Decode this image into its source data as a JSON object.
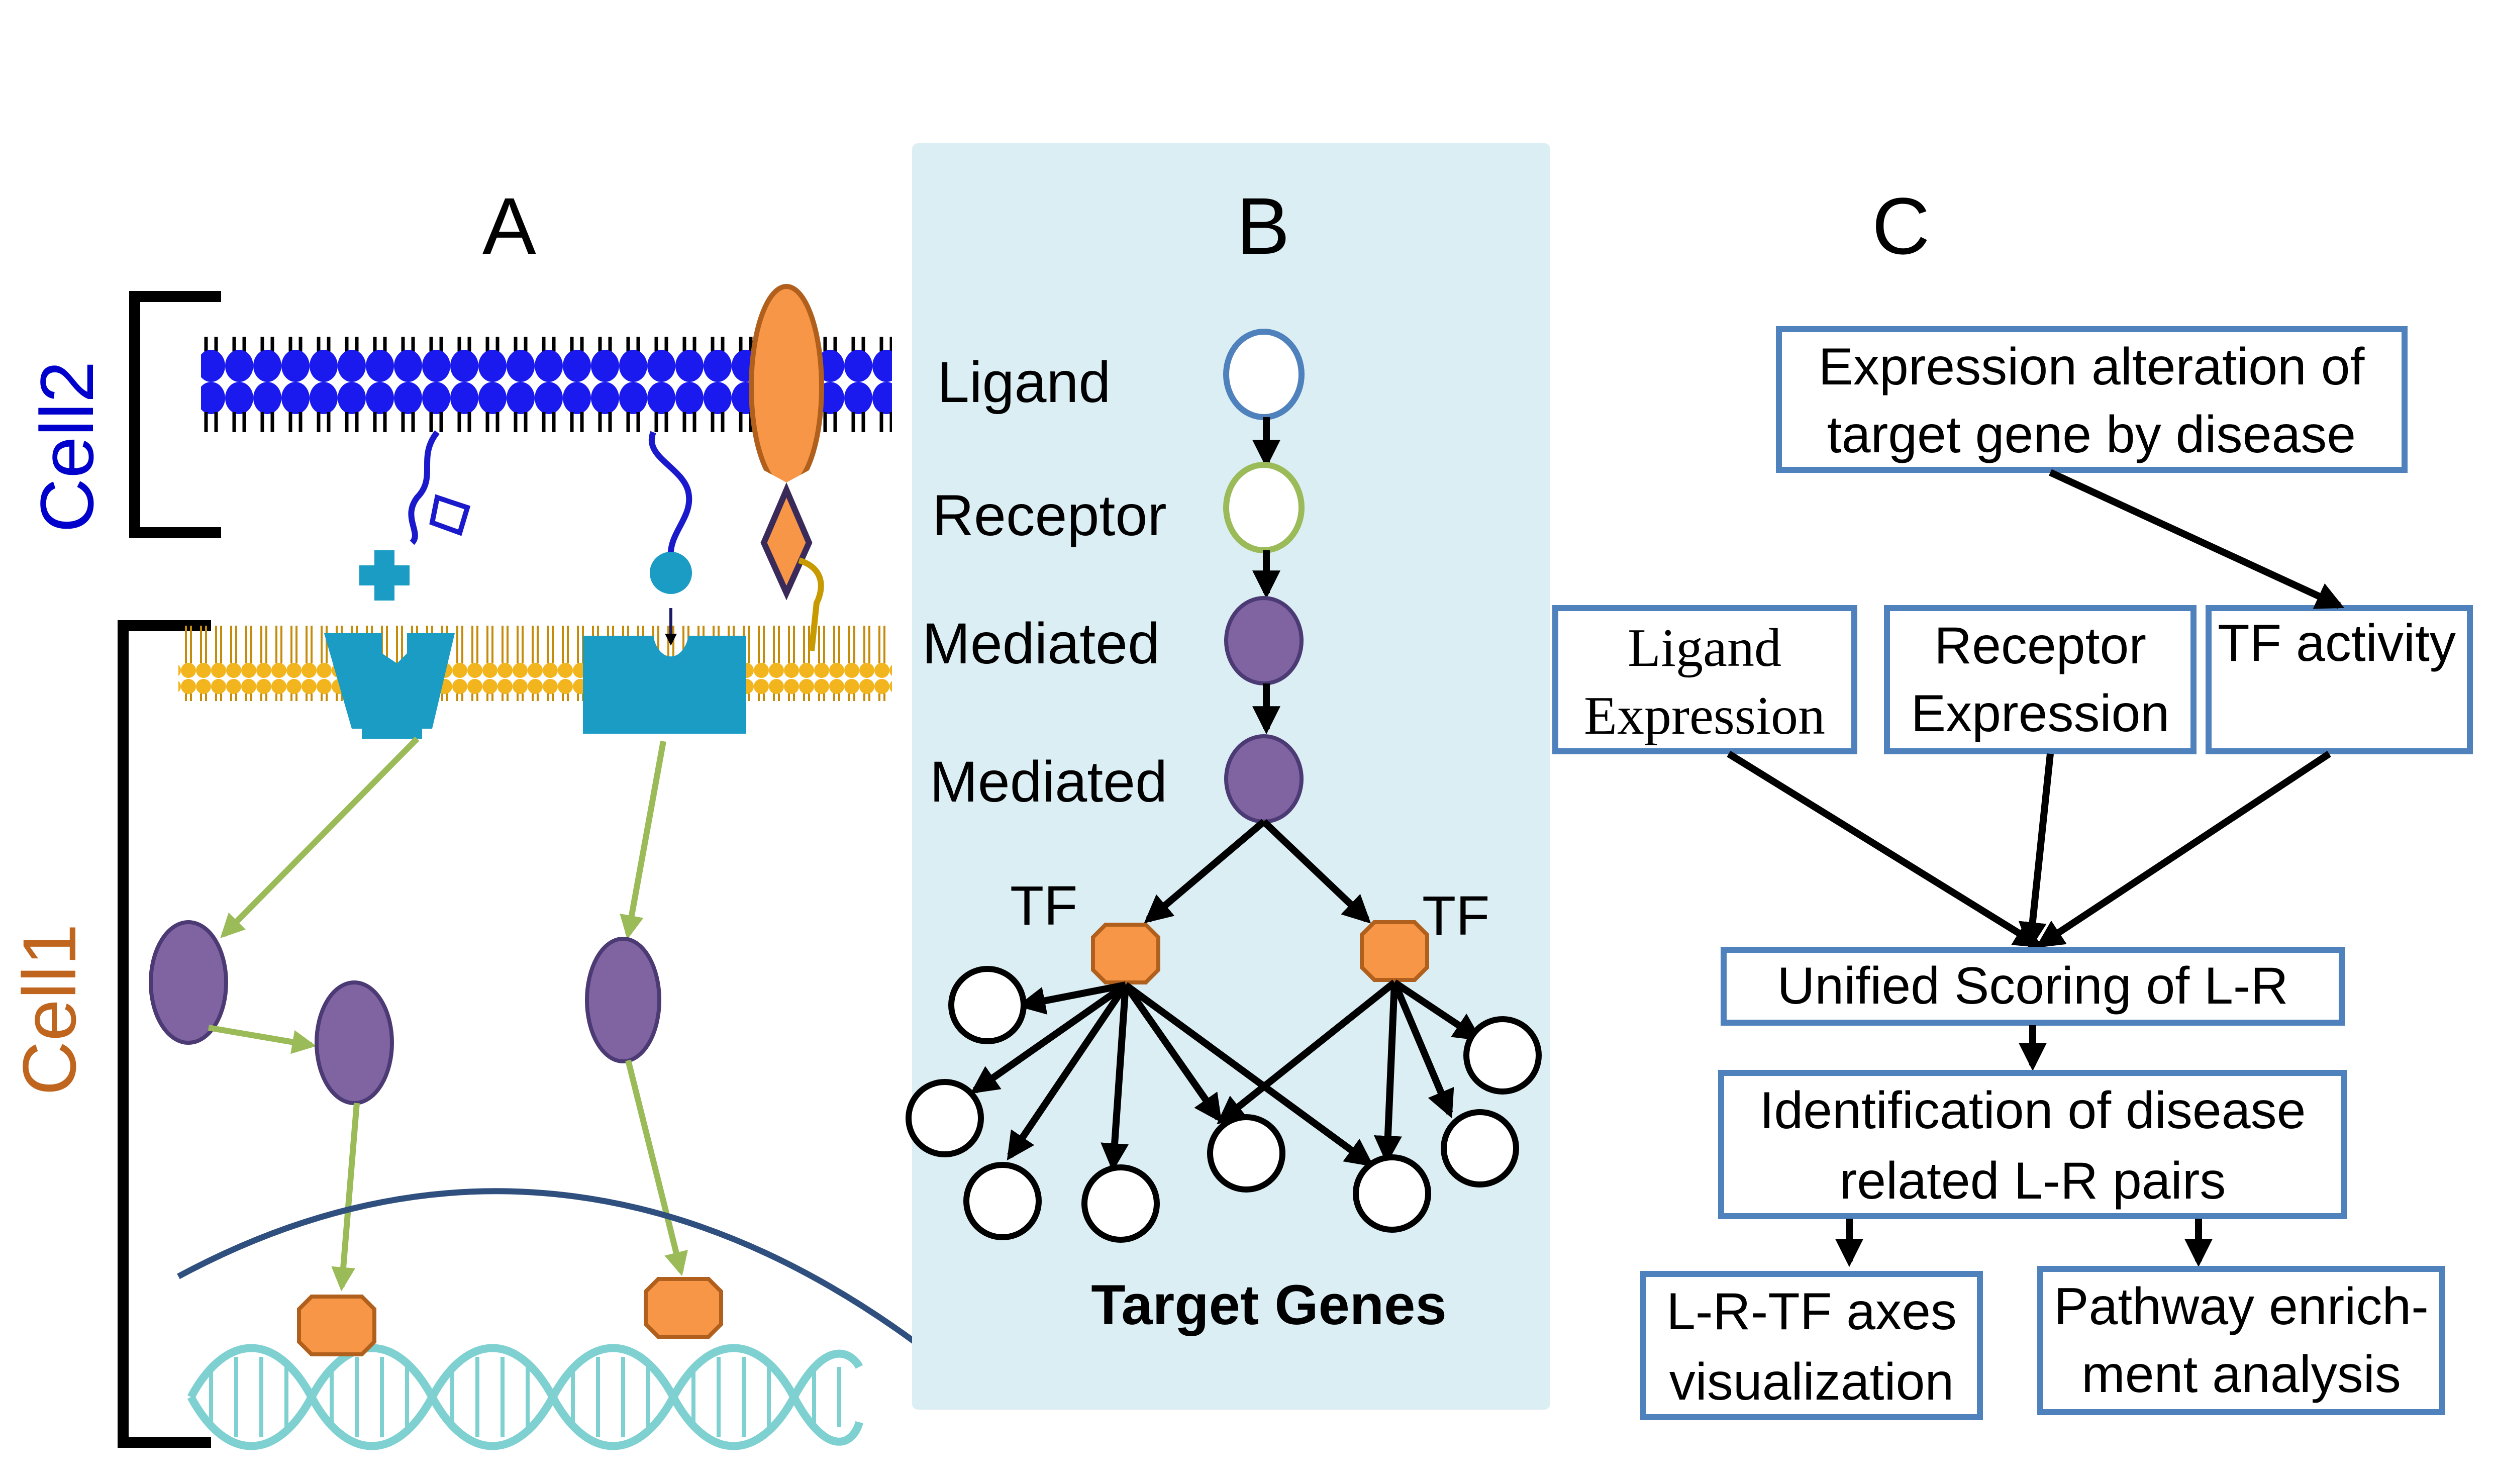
{
  "panels": {
    "a": {
      "letter": "A",
      "cell2_label": "Cell2",
      "cell1_label": "Cell1",
      "cell2_color": "#0000cc",
      "cell1_color": "#c0651e"
    },
    "b": {
      "letter": "B",
      "ligand": "Ligand",
      "receptor": "Receptor",
      "mediated1": "Mediated",
      "mediated2": "Mediated",
      "tf_left": "TF",
      "tf_right": "TF",
      "target_genes": "Target Genes",
      "background": "#dbeef4"
    },
    "c": {
      "letter": "C",
      "expr_alt_line1": "Expression alteration of",
      "expr_alt_line2": "target gene by disease",
      "ligand_line1": "Ligand",
      "ligand_line2": "Expression",
      "receptor_line1": "Receptor",
      "receptor_line2": "Expression",
      "tf_activity": "TF activity",
      "unified": "Unified Scoring of L-R",
      "ident_line1": "Identification of disease",
      "ident_line2": "related L-R pairs",
      "axes_line1": "L-R-TF axes",
      "axes_line2": "visualization",
      "pathway_line1": "Pathway enrich-",
      "pathway_line2": "ment analysis"
    }
  },
  "colors": {
    "membrane_blue": "#1a1aee",
    "membrane_gold": "#f2b51d",
    "mediator_purple": "#8064a2",
    "tf_orange": "#f79646",
    "arrow_green": "#9bbb59",
    "receptor_teal": "#1a9cc4",
    "box_border": "#4f81bd",
    "dna": "#7fd0d0"
  }
}
